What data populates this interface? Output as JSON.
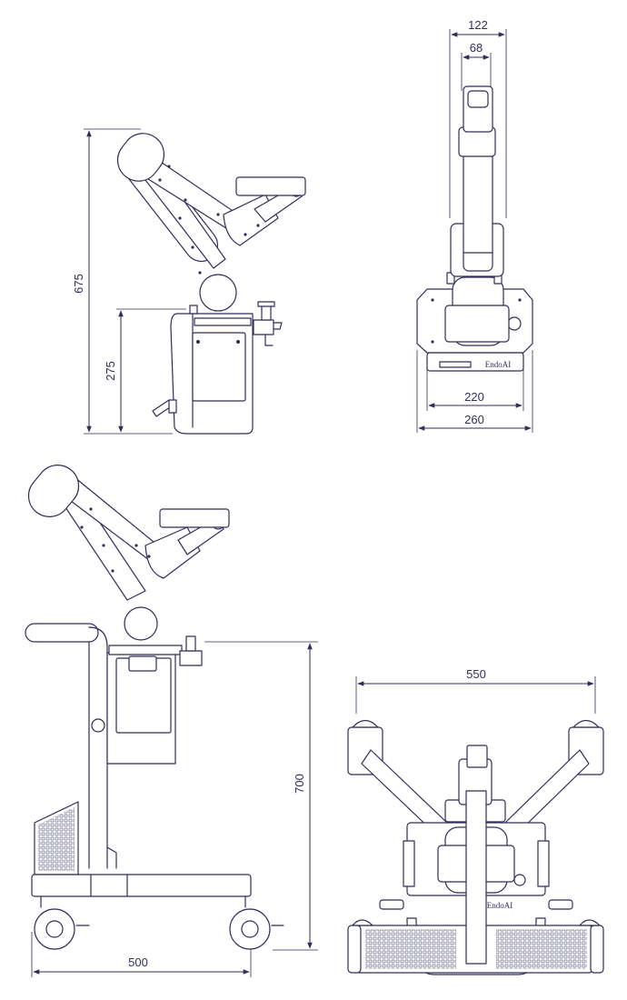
{
  "views": {
    "side": {
      "dim_total_height": "675",
      "dim_base_height": "275"
    },
    "front": {
      "dim_top_outer": "122",
      "dim_top_inner": "68",
      "dim_base_inner": "220",
      "dim_base_outer": "260",
      "logo": "EndoAI"
    },
    "cart_side": {
      "dim_height": "700",
      "dim_depth": "500"
    },
    "cart_front": {
      "dim_width": "550",
      "logo": "EndoAI"
    }
  },
  "colors": {
    "line": "#2f2f5a",
    "background": "#ffffff"
  }
}
